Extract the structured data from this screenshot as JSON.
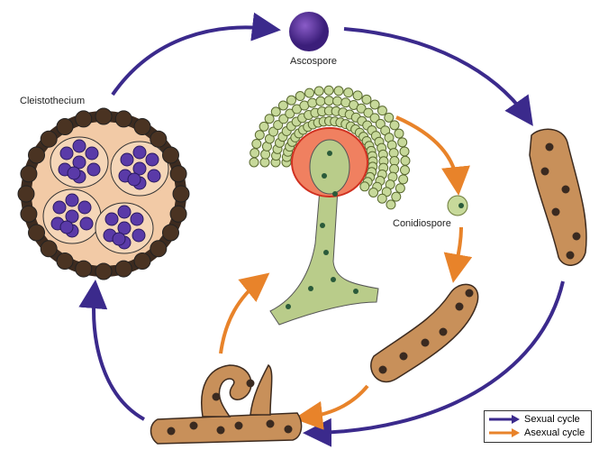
{
  "labels": {
    "ascospore": "Ascospore",
    "cleistothecium": "Cleistothecium",
    "conidiospore": "Conidiospore"
  },
  "legend": [
    {
      "label": "Sexual cycle",
      "color": "#3b2a8c"
    },
    {
      "label": "Asexual cycle",
      "color": "#e8832a"
    }
  ],
  "colors": {
    "sexual": "#3b2a8c",
    "asexual": "#e8832a",
    "hypha": "#c8905a",
    "wall": "#3d2b1f",
    "conidiophore": "#b9cc8a"
  }
}
